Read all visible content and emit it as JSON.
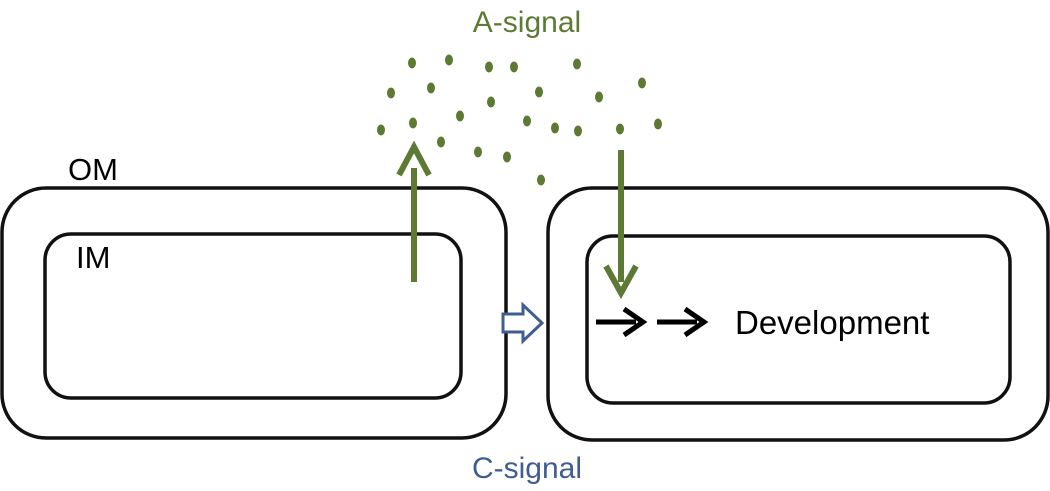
{
  "labels": {
    "a_signal": "A-signal",
    "c_signal": "C-signal",
    "outer_membrane": "OM",
    "inner_membrane": "IM",
    "development": "Development"
  },
  "colors": {
    "a_signal": "#5d7a34",
    "c_signal": "#3f5d93",
    "outline": "#111111",
    "text": "#000000"
  }
}
